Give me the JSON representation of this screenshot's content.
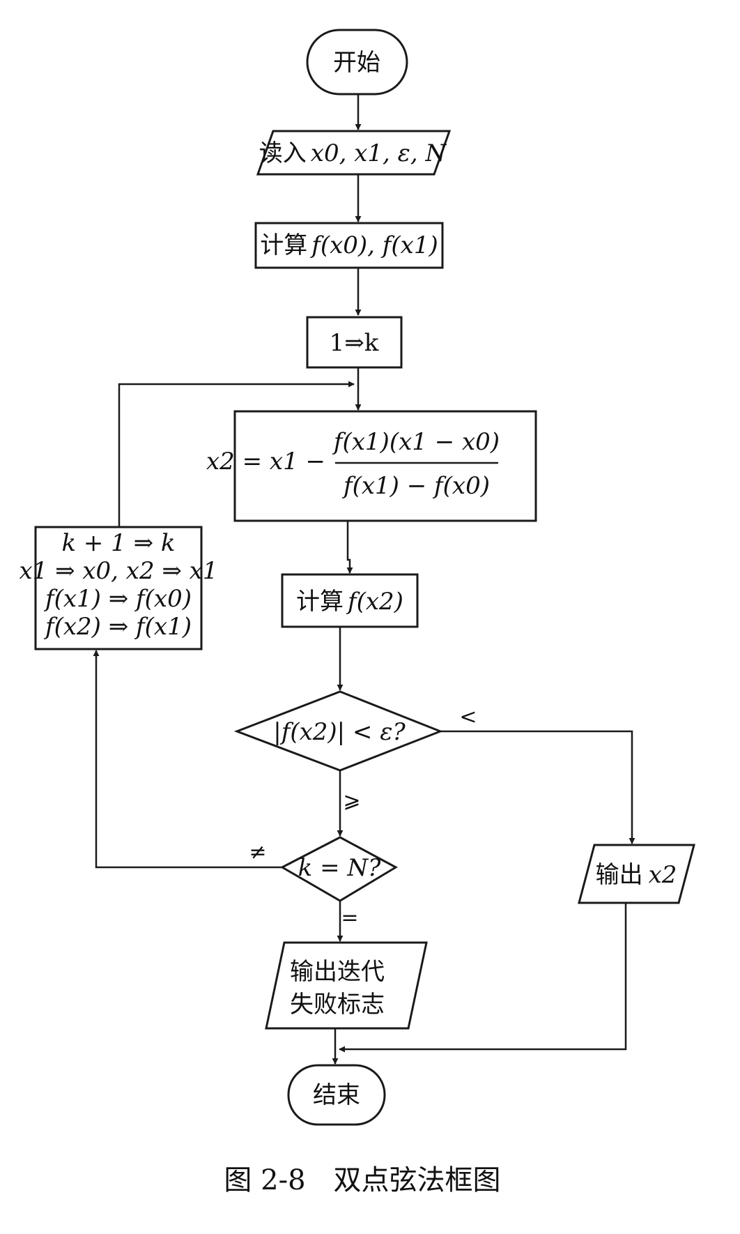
{
  "nodes": {
    "start": "开始",
    "read": {
      "prefix": "读入",
      "vars": "x0, x1, ε, N"
    },
    "eval_initial": {
      "prefix": "计算",
      "expr": "f(x0), f(x1)"
    },
    "init_k": "1⇒k",
    "secant_update": {
      "lhs": "x2 = x1 −",
      "numerator": "f(x1)(x1 − x0)",
      "denominator": "f(x1) − f(x0)"
    },
    "eval_x2": {
      "prefix": "计算",
      "expr": "f(x2)"
    },
    "check_tol": "|f(x2)| < ε?",
    "check_iter": "k = N?",
    "update_block": [
      "k + 1 ⇒ k",
      "x1 ⇒ x0, x2 ⇒ x1",
      "f(x1) ⇒ f(x0)",
      "f(x2) ⇒ f(x1)"
    ],
    "output_x2": {
      "prefix": "输出",
      "var": "x2"
    },
    "output_fail": [
      "输出迭代",
      "失败标志"
    ],
    "end": "结束"
  },
  "edge_labels": {
    "less": "<",
    "geq": "⩾",
    "neq": "≠",
    "eq": "="
  },
  "caption": "图 2-8　双点弦法框图",
  "colors": {
    "stroke": "#1a1a1a",
    "fill": "#ffffff",
    "text": "#111111"
  }
}
